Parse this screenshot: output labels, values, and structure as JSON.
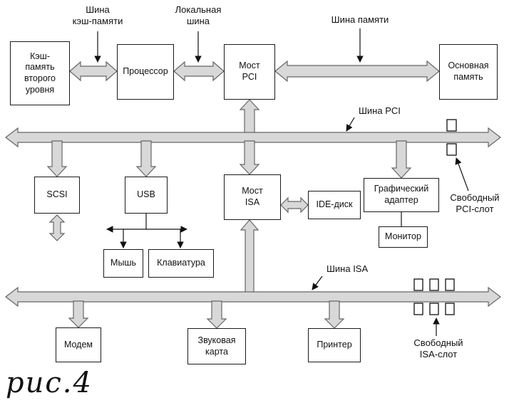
{
  "diagram": {
    "caption": "рис.4",
    "top_labels": {
      "cache_bus": "Шина\nкэш-памяти",
      "local_bus": "Локальная\nшина",
      "memory_bus": "Шина памяти"
    },
    "bus_labels": {
      "pci": "Шина PCI",
      "isa": "Шина ISA"
    },
    "slot_labels": {
      "pci": "Свободный\nPCI-слот",
      "isa": "Свободный\nISA-слот"
    },
    "boxes": {
      "cache": "Кэш-\nпамять\nвторого\nуровня",
      "processor": "Процессор",
      "pci_bridge": "Мост\nPCI",
      "main_memory": "Основная\nпамять",
      "scsi": "SCSI",
      "usb": "USB",
      "isa_bridge": "Мост\nISA",
      "ide": "IDE-диск",
      "graphics": "Графический\nадаптер",
      "monitor": "Монитор",
      "mouse": "Мышь",
      "keyboard": "Клавиатура",
      "modem": "Модем",
      "sound": "Звуковая\nкарта",
      "printer": "Принтер"
    },
    "colors": {
      "background": "#ffffff",
      "arrow_fill": "#d8d8d8",
      "arrow_stroke": "#666666",
      "line_color": "#111111",
      "box_border": "#1a1a1a"
    }
  }
}
